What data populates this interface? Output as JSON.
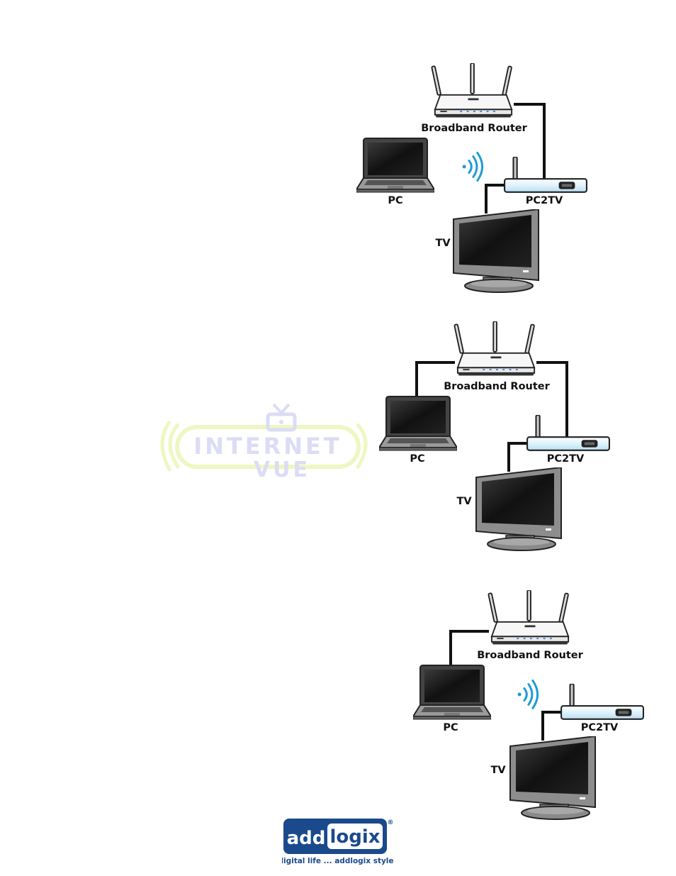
{
  "diagrams": [
    {
      "router_label": "Broadband Router",
      "pc_label": "PC",
      "pc2tv_label": "PC2TV",
      "tv_label": "TV",
      "pc_connection": "wireless"
    },
    {
      "router_label": "Broadband Router",
      "pc_label": "PC",
      "pc2tv_label": "PC2TV",
      "tv_label": "TV",
      "pc_connection": "wired"
    },
    {
      "router_label": "Broadband Router",
      "pc_label": "PC",
      "pc2tv_label": "PC2TV",
      "tv_label": "TV",
      "pc_connection": "wired-router, wireless-pc2tv"
    }
  ],
  "watermark": {
    "line1": "INTERNET",
    "line2": "VUE"
  },
  "logo": {
    "word1": "add",
    "word2": "logix",
    "registered": "®",
    "tagline": "digital life ... addlogix style"
  },
  "colors": {
    "cable": "#111111",
    "wifi": "#1e9ad6",
    "watermark_purple": "#dcdcf5",
    "watermark_green": "#eef7c2",
    "logo_blue": "#1a4a8c"
  }
}
